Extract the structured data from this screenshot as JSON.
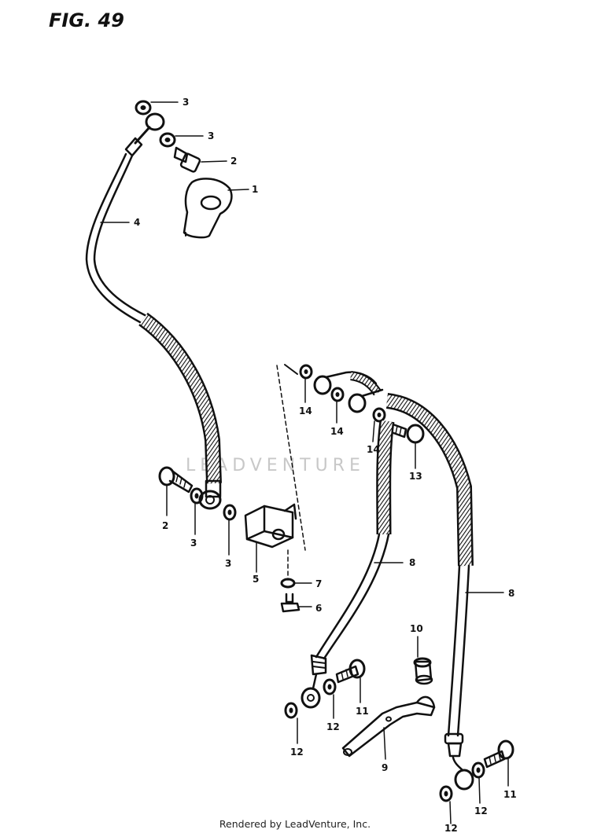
{
  "figure": {
    "title": "FIG. 49"
  },
  "watermark": "LEADVENTURE",
  "footer": "Rendered by LeadVenture, Inc.",
  "callouts": {
    "c3a": "3",
    "c3b": "3",
    "c2a": "2",
    "c1": "1",
    "c4": "4",
    "c2b": "2",
    "c3c": "3",
    "c3d": "3",
    "c5": "5",
    "c7": "7",
    "c6": "6",
    "c14a": "14",
    "c14b": "14",
    "c14c": "14",
    "c13": "13",
    "c8a": "8",
    "c8b": "8",
    "c10": "10",
    "c11a": "11",
    "c11b": "11",
    "c12a": "12",
    "c12b": "12",
    "c12c": "12",
    "c12d": "12",
    "c9": "9"
  }
}
